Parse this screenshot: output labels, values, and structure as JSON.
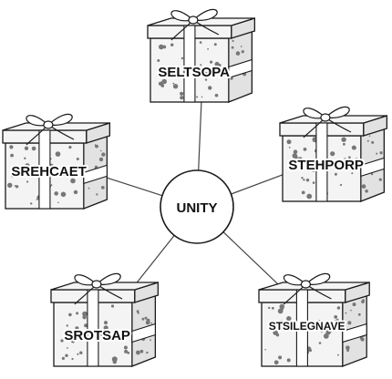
{
  "center": {
    "label": "UNITY"
  },
  "gifts": [
    {
      "id": "top",
      "label": "SELTSOPA"
    },
    {
      "id": "left",
      "label": "SREHCAET"
    },
    {
      "id": "right",
      "label": "STEHPORP"
    },
    {
      "id": "bottom-left",
      "label": "SROTSAP"
    },
    {
      "id": "bottom-right",
      "label": "STSILEGNAVE"
    }
  ],
  "colors": {
    "line": "#444444",
    "outline": "#1a1a1a",
    "box_fill": "#f4f4f4",
    "side_fill": "#e2e2e2",
    "dot": "#777777",
    "ribbon_fill": "#ffffff"
  }
}
